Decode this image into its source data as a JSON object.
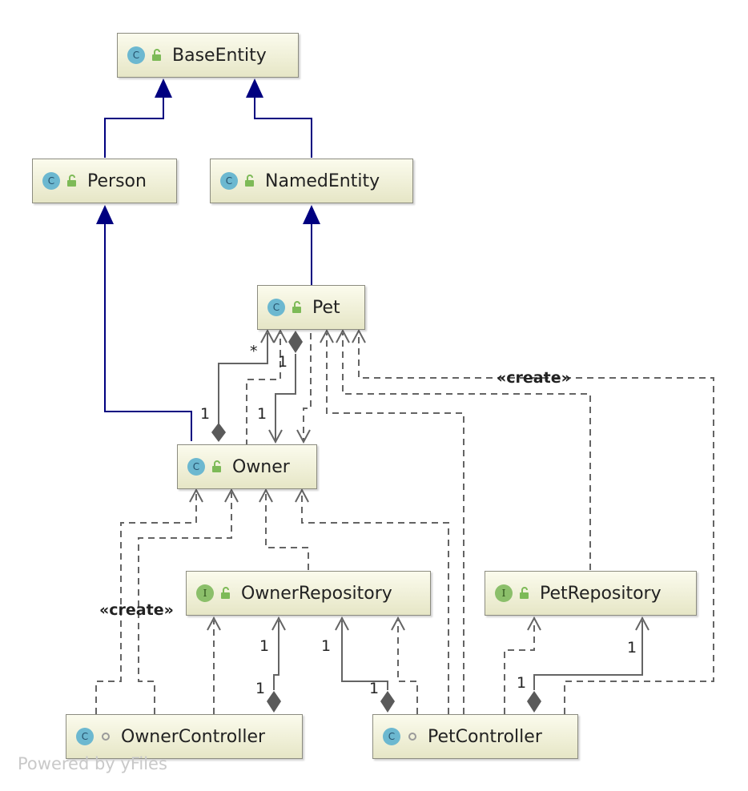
{
  "nodes": {
    "baseentity": {
      "kind": "C",
      "name": "BaseEntity"
    },
    "person": {
      "kind": "C",
      "name": "Person"
    },
    "namedentity": {
      "kind": "C",
      "name": "NamedEntity"
    },
    "pet": {
      "kind": "C",
      "name": "Pet"
    },
    "owner": {
      "kind": "C",
      "name": "Owner"
    },
    "ownerrepository": {
      "kind": "I",
      "name": "OwnerRepository"
    },
    "petrepository": {
      "kind": "I",
      "name": "PetRepository"
    },
    "ownercontroller": {
      "kind": "C",
      "name": "OwnerController"
    },
    "petcontroller": {
      "kind": "C",
      "name": "PetController"
    }
  },
  "labels": {
    "star": "*",
    "one": "1",
    "create": "«create»"
  },
  "watermark": "Powered by yFiles",
  "colors": {
    "inheritance": "#000080",
    "dependency": "#646464",
    "node_border": "#8c8c80"
  }
}
